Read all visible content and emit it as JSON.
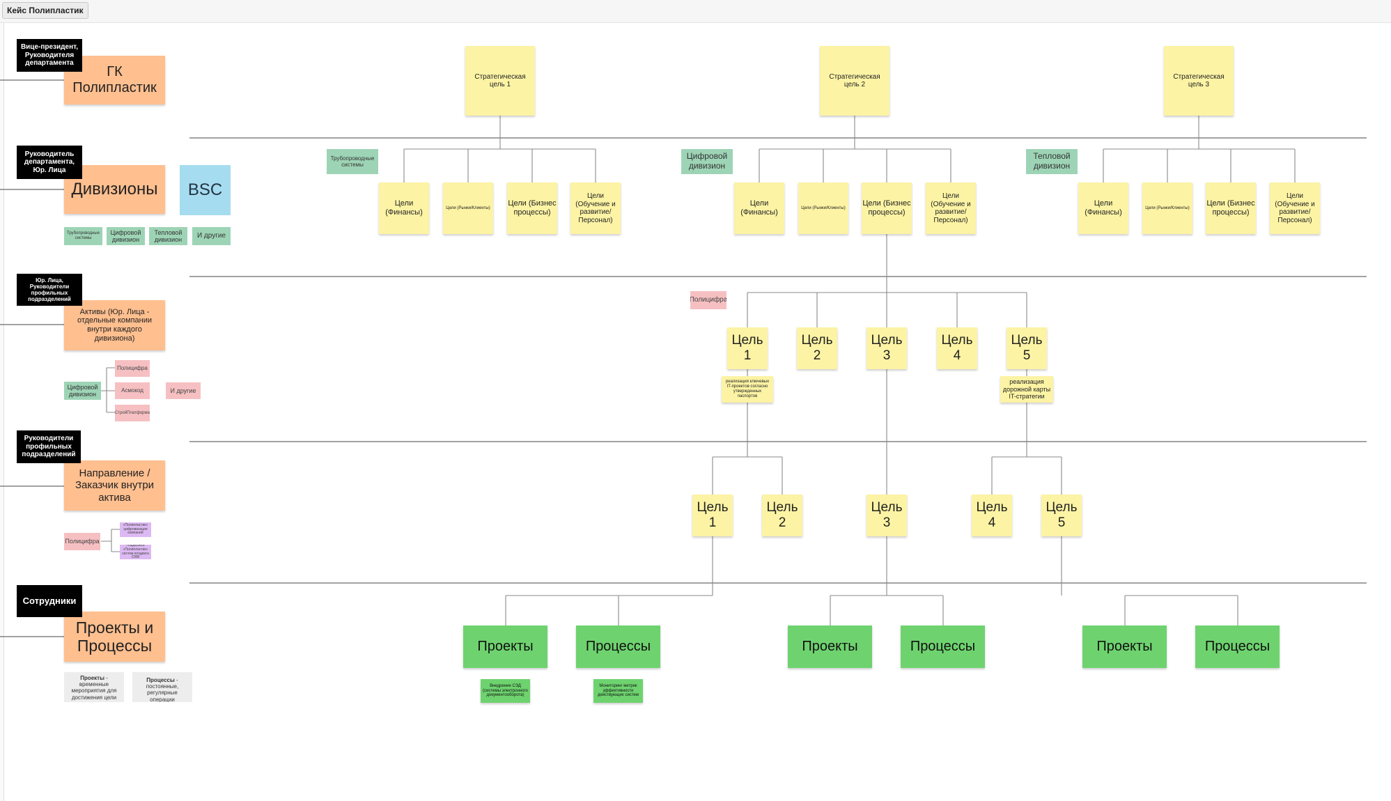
{
  "board_title": "Кейс Полипластик",
  "roles": {
    "vp": "Вице-президент, Руководителя департамента",
    "division_head": "Руководитель департамента, Юр. Лица",
    "legal": "Юр. Лица, Руководители профильных подразделений",
    "profile_heads": "Руководители профильных подразделений",
    "employees": "Сотрудники"
  },
  "levels": {
    "group": "ГК Полипластик",
    "divisions": "Дивизионы",
    "bsc": "BSC",
    "assets": "Активы (Юр. Лица - отдельные компании внутри каждого дивизиона)",
    "direction": "Направление / Заказчик внутри актива",
    "projects_processes": "Проекты и Процессы"
  },
  "legend": {
    "div_pipe": "Трубопроводные системы",
    "div_digital": "Цифровой дивизион",
    "div_thermal": "Тепловой дивизион",
    "div_other": "И другие",
    "asset_root": "Цифровой дивизион",
    "asset_1": "Полицифра",
    "asset_2": "Асмокод",
    "asset_3": "СтройПлатформа",
    "asset_other": "И другие",
    "dir_root": "Полицифра",
    "dir_1": "«Полипластик» цифровизация компаний",
    "dir_2": "Поддержка «Полипластик» систем холдинга CRM",
    "projects_note_bold": "Проекты",
    "projects_note": " - временные мероприятия для достижения цели",
    "processes_note_bold": "Процессы",
    "processes_note": " - постоянные, регулярные операции"
  },
  "strategic": [
    "Стратегическая цель 1",
    "Стратегическая цель 2",
    "Стратегическая цель 3"
  ],
  "division_tags": [
    "Трубопроводные системы",
    "Цифровой дивизион",
    "Тепловой дивизион"
  ],
  "bsc_goals": [
    "Цели (Финансы)",
    "Цели (Рынки/Клиенты)",
    "Цели (Бизнес процессы)",
    "Цели (Обучение и развитие/Персонал)"
  ],
  "asset_tag": "Полицифра",
  "goals": [
    "Цель 1",
    "Цель 2",
    "Цель 3",
    "Цель 4",
    "Цель 5"
  ],
  "goal_notes": {
    "g1": "реализация ключевых IT-проектов согласно утвержденных паспортов",
    "g5": "реализация дорожной карты IT-стратегии"
  },
  "pp": {
    "projects": "Проекты",
    "processes": "Процессы"
  },
  "pp_notes": {
    "projects": "Внедрение СЭД (системы электронного документооборота)",
    "processes": "Мониторинг метрик эффективности действующих систем"
  },
  "colors": {
    "sticky_yellow": "#fcf3a4",
    "sticky_orange": "#ffbf8f",
    "sticky_teal": "#9ed4b6",
    "sticky_pink": "#f6c0c2",
    "sticky_purple": "#ddb9f3",
    "sticky_blue": "#a6dcef",
    "sticky_green": "#6ed36f",
    "role_label": "#000000"
  }
}
